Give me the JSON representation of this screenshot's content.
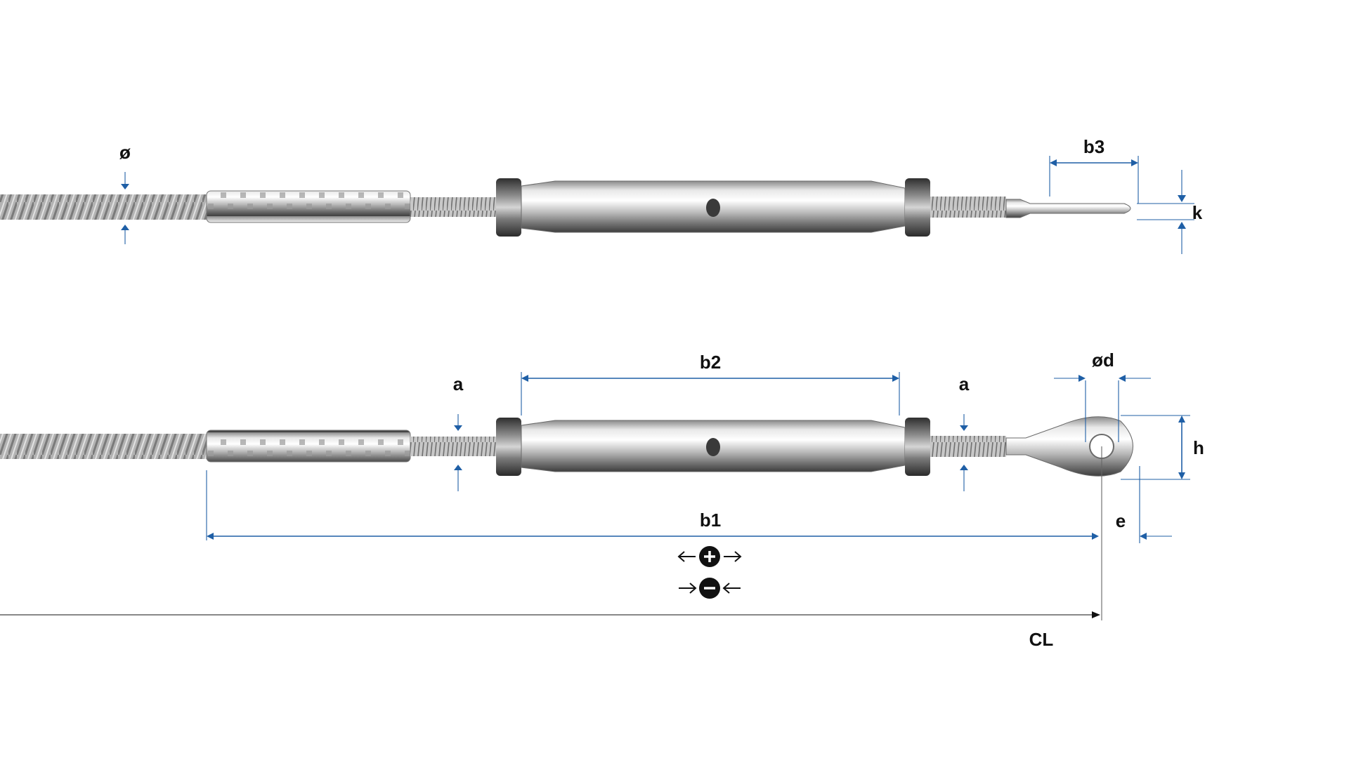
{
  "labels": {
    "diameter": "ø",
    "b3": "b3",
    "k": "k",
    "a_left": "a",
    "b2": "b2",
    "a_right": "a",
    "diameter_d": "ød",
    "h": "h",
    "b1": "b1",
    "e": "e",
    "cl": "CL"
  },
  "colors": {
    "dimension_line": "#1f5fa6",
    "text": "#111111",
    "steel_light": "#f3f3f3",
    "steel_dark": "#6a6a6a",
    "nut": "#444444",
    "cable": "#9a9a9a"
  },
  "icons": {
    "tighten": "plus-circle-icon",
    "loosen": "minus-circle-icon"
  }
}
